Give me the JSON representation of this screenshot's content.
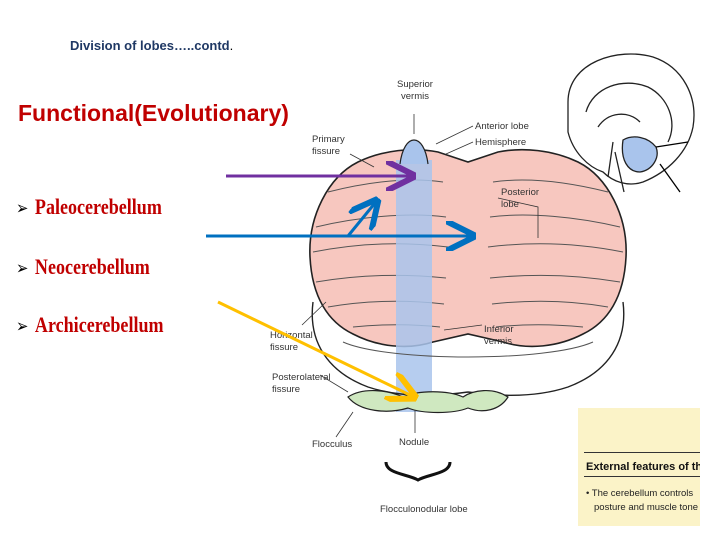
{
  "slide": {
    "header": "Division of lobes…..contd",
    "header_suffix": ".",
    "title": "Functional(Evolutionary)",
    "bullets": [
      {
        "label": "Paleocerebellum",
        "color": "#c00000"
      },
      {
        "label": "Neocerebellum",
        "color": "#c00000"
      },
      {
        "label": "Archicerebellum",
        "color": "#c00000"
      }
    ]
  },
  "figure": {
    "labels": {
      "superior_vermis": [
        "Superior",
        "vermis"
      ],
      "primary_fissure": [
        "Primary",
        "fissure"
      ],
      "anterior_lobe": "Anterior lobe",
      "hemisphere": "Hemisphere",
      "posterior_lobe": [
        "Posterior",
        "lobe"
      ],
      "horizontal_fissure": [
        "Horizontal",
        "fissure"
      ],
      "inferior_vermis": [
        "Inferior",
        "vermis"
      ],
      "posterolateral_fissure": [
        "Posterolateral",
        "fissure"
      ],
      "flocculus": "Flocculus",
      "nodule": "Nodule",
      "flocculonodular_lobe": "Flocculonodular lobe"
    },
    "caption_title": "External features of th",
    "caption_lines": [
      "• The cerebellum controls",
      "posture and muscle tone"
    ],
    "colors": {
      "lobe_fill": "#f7c7bf",
      "vermis_fill": "#a9c4ec",
      "nodular_fill": "#cfe8c0",
      "caption_bg": "#fbf3c8",
      "arrow_purple": "#7030a0",
      "arrow_blue": "#0070c0",
      "arrow_yellow": "#ffc000"
    }
  }
}
